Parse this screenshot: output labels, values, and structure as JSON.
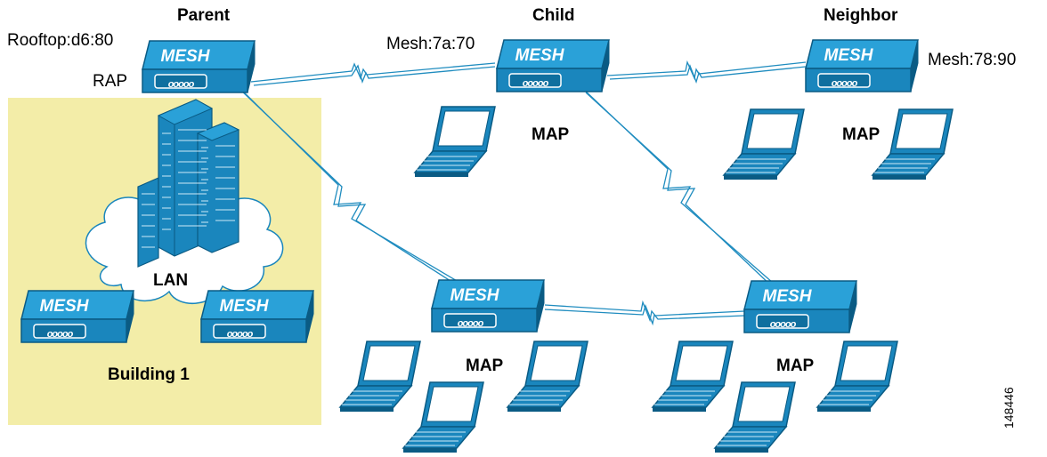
{
  "labels": {
    "parent": "Parent",
    "child": "Child",
    "neighbor": "Neighbor",
    "rooftop": "Rooftop:d6:80",
    "rap": "RAP",
    "mesh_child": "Mesh:7a:70",
    "mesh_neighbor": "Mesh:78:90",
    "lan": "LAN",
    "building": "Building 1",
    "map_child": "MAP",
    "map_neighbor": "MAP",
    "map_bottom_mid": "MAP",
    "map_bottom_right": "MAP",
    "figure_id": "148446"
  },
  "device": {
    "name": "MESH",
    "port_text": "ooooo"
  },
  "colors": {
    "device_fill": "#1a86bd",
    "device_dark": "#0a5b84",
    "device_top": "#2aa1d8",
    "building_fill": "#f3eda8",
    "wireless_line": "#1f8cbf",
    "cloud_stroke": "#1a86bd"
  }
}
